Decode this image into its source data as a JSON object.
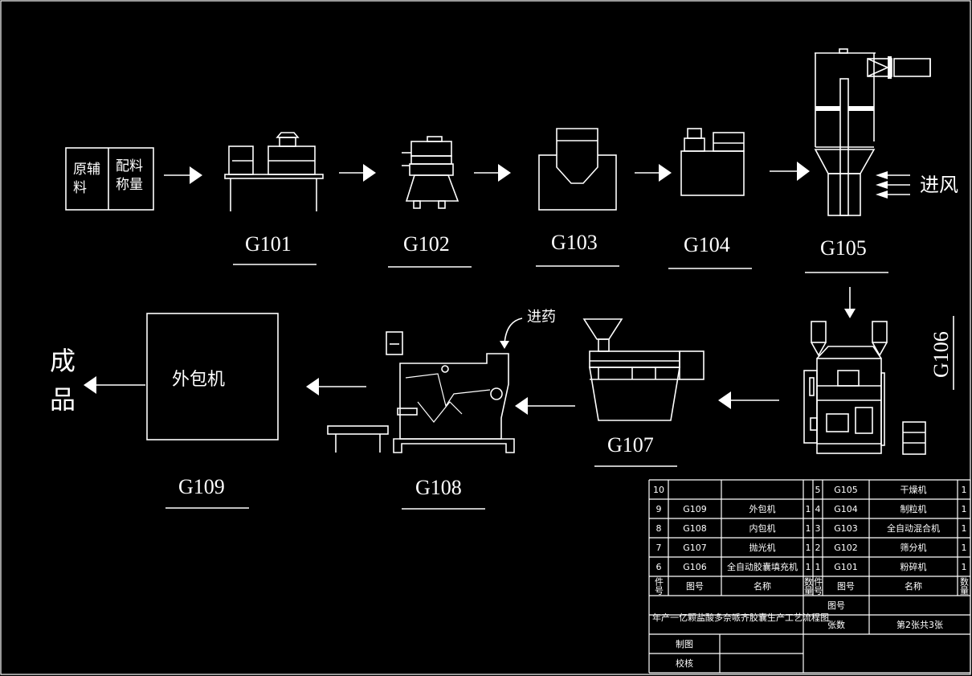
{
  "raw_material_box": {
    "left": "原辅\n料",
    "left_line1": "原辅",
    "left_line2": "料",
    "right_line1": "配料",
    "right_line2": "称量"
  },
  "air_inlet_label": "进风",
  "drug_inlet_label": "进药",
  "outer_pack_box_label": "外包机",
  "finished_product_label": {
    "line1": "成",
    "line2": "品"
  },
  "equipment_labels": [
    "G101",
    "G102",
    "G103",
    "G104",
    "G105",
    "G106",
    "G107",
    "G108",
    "G109"
  ],
  "parts_table": {
    "headers": {
      "item_no": "件号",
      "drawing_no": "图号",
      "name": "名称",
      "qty": "数量"
    },
    "left_rows": [
      {
        "no": "10",
        "code": "",
        "name": "",
        "qty": ""
      },
      {
        "no": "9",
        "code": "G109",
        "name": "外包机",
        "qty": "1"
      },
      {
        "no": "8",
        "code": "G108",
        "name": "内包机",
        "qty": "1"
      },
      {
        "no": "7",
        "code": "G107",
        "name": "抛光机",
        "qty": "1"
      },
      {
        "no": "6",
        "code": "G106",
        "name": "全自动胶囊填充机",
        "qty": "1"
      }
    ],
    "right_rows": [
      {
        "no": "5",
        "code": "G105",
        "name": "干燥机",
        "qty": "1"
      },
      {
        "no": "4",
        "code": "G104",
        "name": "制粒机",
        "qty": "1"
      },
      {
        "no": "3",
        "code": "G103",
        "name": "全自动混合机",
        "qty": "1"
      },
      {
        "no": "2",
        "code": "G102",
        "name": "筛分机",
        "qty": "1"
      },
      {
        "no": "1",
        "code": "G101",
        "name": "粉碎机",
        "qty": "1"
      }
    ]
  },
  "title_block": {
    "title": "年产一亿颗盐酸多奈哌齐胶囊生产工艺流程图",
    "drawing_no_label": "图号",
    "drawing_no_value": "",
    "sheets_label": "张数",
    "sheets_value": "第2张共3张",
    "drawn_by_label": "制图",
    "checked_by_label": "校核"
  },
  "colors": {
    "background": "#000000",
    "lines": "#ffffff"
  }
}
